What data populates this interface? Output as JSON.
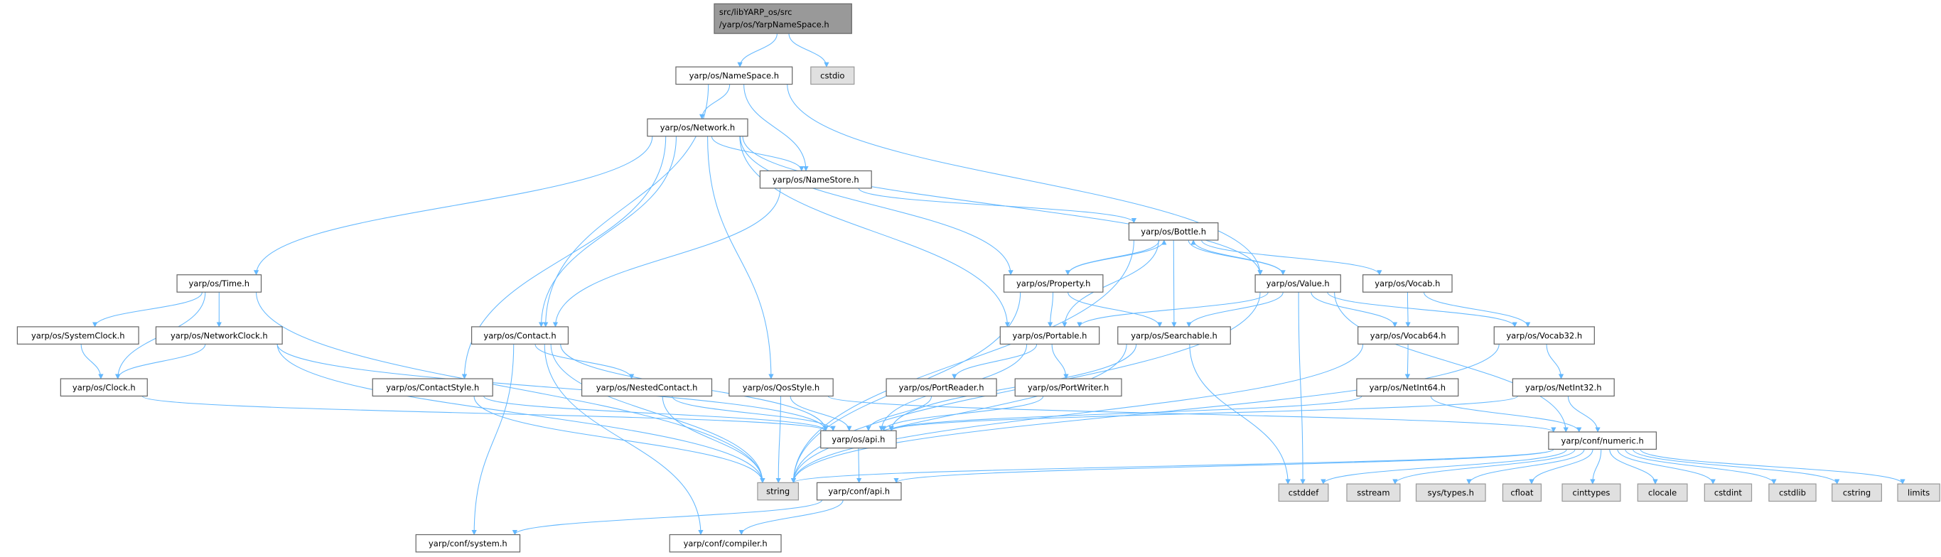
{
  "title": "src/libYARP_os/src/yarp/os/YarpNameSpace.h include graph",
  "colors": {
    "edge": "#63b8ff",
    "root_fill": "#999999",
    "external_fill": "#e0e0e0",
    "node_fill": "#ffffff"
  },
  "nodes": [
    {
      "id": "root",
      "label": [
        "src/libYARP_os/src",
        "/yarp/os/YarpNameSpace.h"
      ],
      "kind": "root"
    },
    {
      "id": "cstdio",
      "label": [
        "cstdio"
      ],
      "kind": "external"
    },
    {
      "id": "NameSpace",
      "label": [
        "yarp/os/NameSpace.h"
      ],
      "kind": "file"
    },
    {
      "id": "Network",
      "label": [
        "yarp/os/Network.h"
      ],
      "kind": "file"
    },
    {
      "id": "NameStore",
      "label": [
        "yarp/os/NameStore.h"
      ],
      "kind": "file"
    },
    {
      "id": "Time",
      "label": [
        "yarp/os/Time.h"
      ],
      "kind": "file"
    },
    {
      "id": "SystemClock",
      "label": [
        "yarp/os/SystemClock.h"
      ],
      "kind": "file"
    },
    {
      "id": "NetworkClock",
      "label": [
        "yarp/os/NetworkClock.h"
      ],
      "kind": "file"
    },
    {
      "id": "Clock",
      "label": [
        "yarp/os/Clock.h"
      ],
      "kind": "file"
    },
    {
      "id": "Contact",
      "label": [
        "yarp/os/Contact.h"
      ],
      "kind": "file"
    },
    {
      "id": "ContactStyle",
      "label": [
        "yarp/os/ContactStyle.h"
      ],
      "kind": "file"
    },
    {
      "id": "NestedContact",
      "label": [
        "yarp/os/NestedContact.h"
      ],
      "kind": "file"
    },
    {
      "id": "QosStyle",
      "label": [
        "yarp/os/QosStyle.h"
      ],
      "kind": "file"
    },
    {
      "id": "osapi",
      "label": [
        "yarp/os/api.h"
      ],
      "kind": "file"
    },
    {
      "id": "string",
      "label": [
        "string"
      ],
      "kind": "external"
    },
    {
      "id": "confapi",
      "label": [
        "yarp/conf/api.h"
      ],
      "kind": "file"
    },
    {
      "id": "system",
      "label": [
        "yarp/conf/system.h"
      ],
      "kind": "file"
    },
    {
      "id": "compiler",
      "label": [
        "yarp/conf/compiler.h"
      ],
      "kind": "file"
    },
    {
      "id": "Bottle",
      "label": [
        "yarp/os/Bottle.h"
      ],
      "kind": "file"
    },
    {
      "id": "Property",
      "label": [
        "yarp/os/Property.h"
      ],
      "kind": "file"
    },
    {
      "id": "Value",
      "label": [
        "yarp/os/Value.h"
      ],
      "kind": "file"
    },
    {
      "id": "Vocab",
      "label": [
        "yarp/os/Vocab.h"
      ],
      "kind": "file"
    },
    {
      "id": "Portable",
      "label": [
        "yarp/os/Portable.h"
      ],
      "kind": "file"
    },
    {
      "id": "Searchable",
      "label": [
        "yarp/os/Searchable.h"
      ],
      "kind": "file"
    },
    {
      "id": "Vocab64",
      "label": [
        "yarp/os/Vocab64.h"
      ],
      "kind": "file"
    },
    {
      "id": "Vocab32",
      "label": [
        "yarp/os/Vocab32.h"
      ],
      "kind": "file"
    },
    {
      "id": "PortReader",
      "label": [
        "yarp/os/PortReader.h"
      ],
      "kind": "file"
    },
    {
      "id": "PortWriter",
      "label": [
        "yarp/os/PortWriter.h"
      ],
      "kind": "file"
    },
    {
      "id": "NetInt64",
      "label": [
        "yarp/os/NetInt64.h"
      ],
      "kind": "file"
    },
    {
      "id": "NetInt32",
      "label": [
        "yarp/os/NetInt32.h"
      ],
      "kind": "file"
    },
    {
      "id": "numeric",
      "label": [
        "yarp/conf/numeric.h"
      ],
      "kind": "file"
    },
    {
      "id": "cstddef",
      "label": [
        "cstddef"
      ],
      "kind": "external"
    },
    {
      "id": "sstream",
      "label": [
        "sstream"
      ],
      "kind": "external"
    },
    {
      "id": "systypes",
      "label": [
        "sys/types.h"
      ],
      "kind": "external"
    },
    {
      "id": "cfloat",
      "label": [
        "cfloat"
      ],
      "kind": "external"
    },
    {
      "id": "cinttypes",
      "label": [
        "cinttypes"
      ],
      "kind": "external"
    },
    {
      "id": "clocale",
      "label": [
        "clocale"
      ],
      "kind": "external"
    },
    {
      "id": "cstdint",
      "label": [
        "cstdint"
      ],
      "kind": "external"
    },
    {
      "id": "cstdlib",
      "label": [
        "cstdlib"
      ],
      "kind": "external"
    },
    {
      "id": "cstring",
      "label": [
        "cstring"
      ],
      "kind": "external"
    },
    {
      "id": "limits",
      "label": [
        "limits"
      ],
      "kind": "external"
    }
  ],
  "edges": [
    [
      "root",
      "NameSpace"
    ],
    [
      "root",
      "cstdio"
    ],
    [
      "NameSpace",
      "Network"
    ],
    [
      "NameSpace",
      "NameStore"
    ],
    [
      "NameSpace",
      "Contact"
    ],
    [
      "NameSpace",
      "Value"
    ],
    [
      "Network",
      "Time"
    ],
    [
      "Network",
      "Contact"
    ],
    [
      "Network",
      "ContactStyle"
    ],
    [
      "Network",
      "QosStyle"
    ],
    [
      "Network",
      "NameStore"
    ],
    [
      "Network",
      "Property"
    ],
    [
      "Network",
      "Portable"
    ],
    [
      "Network",
      "Value"
    ],
    [
      "NameStore",
      "Contact"
    ],
    [
      "NameStore",
      "Bottle"
    ],
    [
      "Time",
      "SystemClock"
    ],
    [
      "Time",
      "NetworkClock"
    ],
    [
      "Time",
      "Clock"
    ],
    [
      "Time",
      "string"
    ],
    [
      "SystemClock",
      "Clock"
    ],
    [
      "NetworkClock",
      "Clock"
    ],
    [
      "NetworkClock",
      "osapi"
    ],
    [
      "NetworkClock",
      "string"
    ],
    [
      "Clock",
      "osapi"
    ],
    [
      "Contact",
      "NestedContact"
    ],
    [
      "Contact",
      "string"
    ],
    [
      "Contact",
      "osapi"
    ],
    [
      "Contact",
      "system"
    ],
    [
      "Contact",
      "compiler"
    ],
    [
      "ContactStyle",
      "osapi"
    ],
    [
      "ContactStyle",
      "string"
    ],
    [
      "NestedContact",
      "osapi"
    ],
    [
      "NestedContact",
      "string"
    ],
    [
      "QosStyle",
      "osapi"
    ],
    [
      "QosStyle",
      "string"
    ],
    [
      "QosStyle",
      "numeric"
    ],
    [
      "Property",
      "Bottle"
    ],
    [
      "Property",
      "Portable"
    ],
    [
      "Property",
      "Searchable"
    ],
    [
      "Property",
      "string"
    ],
    [
      "Bottle",
      "Property"
    ],
    [
      "Bottle",
      "Value"
    ],
    [
      "Bottle",
      "Vocab"
    ],
    [
      "Bottle",
      "Portable"
    ],
    [
      "Bottle",
      "Searchable"
    ],
    [
      "Bottle",
      "string"
    ],
    [
      "Value",
      "Bottle"
    ],
    [
      "Value",
      "Portable"
    ],
    [
      "Value",
      "Searchable"
    ],
    [
      "Value",
      "Vocab64"
    ],
    [
      "Value",
      "Vocab32"
    ],
    [
      "Value",
      "numeric"
    ],
    [
      "Value",
      "string"
    ],
    [
      "Value",
      "cstddef"
    ],
    [
      "Vocab",
      "Vocab64"
    ],
    [
      "Vocab",
      "Vocab32"
    ],
    [
      "Portable",
      "PortReader"
    ],
    [
      "Portable",
      "PortWriter"
    ],
    [
      "Portable",
      "osapi"
    ],
    [
      "Searchable",
      "osapi"
    ],
    [
      "Searchable",
      "string"
    ],
    [
      "Searchable",
      "cstddef"
    ],
    [
      "PortReader",
      "osapi"
    ],
    [
      "PortWriter",
      "osapi"
    ],
    [
      "Vocab64",
      "NetInt64"
    ],
    [
      "Vocab64",
      "string"
    ],
    [
      "Vocab32",
      "NetInt32"
    ],
    [
      "Vocab32",
      "string"
    ],
    [
      "NetInt64",
      "osapi"
    ],
    [
      "NetInt64",
      "numeric"
    ],
    [
      "NetInt32",
      "osapi"
    ],
    [
      "NetInt32",
      "numeric"
    ],
    [
      "osapi",
      "confapi"
    ],
    [
      "confapi",
      "system"
    ],
    [
      "confapi",
      "compiler"
    ],
    [
      "numeric",
      "string"
    ],
    [
      "numeric",
      "confapi"
    ],
    [
      "numeric",
      "cstddef"
    ],
    [
      "numeric",
      "sstream"
    ],
    [
      "numeric",
      "systypes"
    ],
    [
      "numeric",
      "cfloat"
    ],
    [
      "numeric",
      "cinttypes"
    ],
    [
      "numeric",
      "clocale"
    ],
    [
      "numeric",
      "cstdint"
    ],
    [
      "numeric",
      "cstdlib"
    ],
    [
      "numeric",
      "cstring"
    ],
    [
      "numeric",
      "limits"
    ]
  ]
}
